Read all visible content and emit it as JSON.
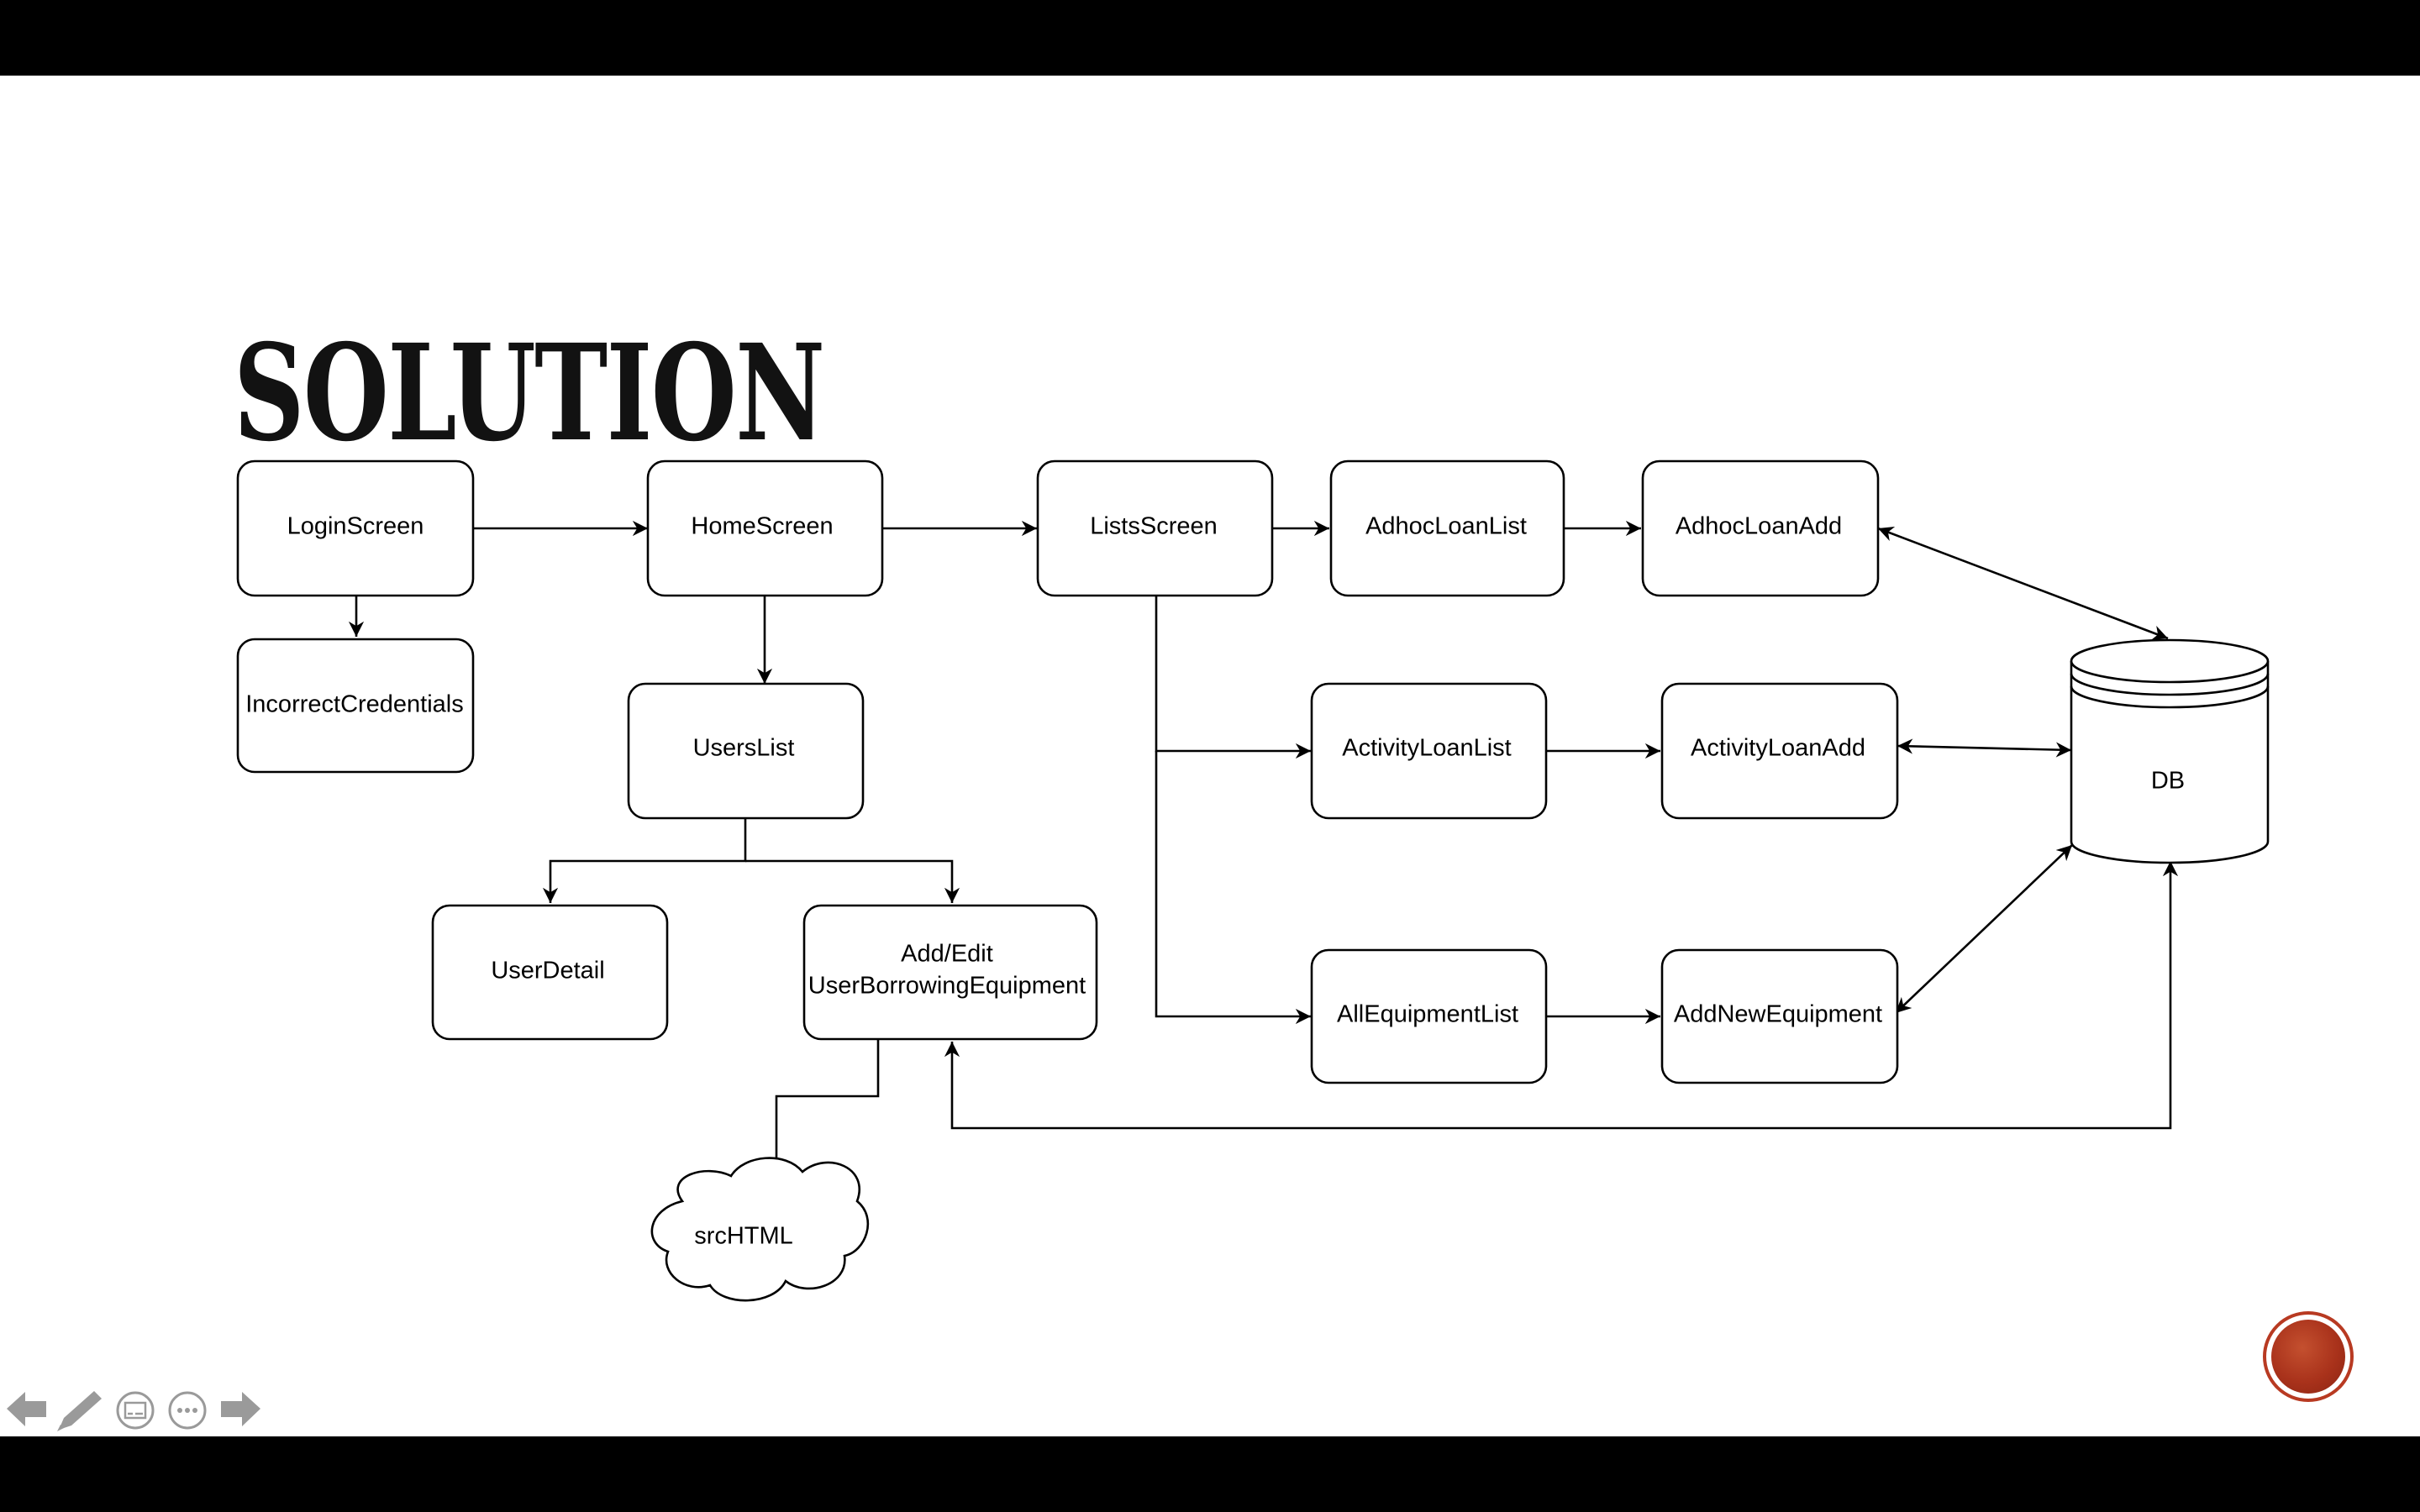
{
  "slide": {
    "title": "SOLUTION"
  },
  "diagram": {
    "nodes": {
      "login_screen": "LoginScreen",
      "incorrect_credentials": "IncorrectCredentials",
      "home_screen": "HomeScreen",
      "users_list": "UsersList",
      "user_detail": "UserDetail",
      "add_edit_line1": "Add/Edit",
      "add_edit_line2": "UserBorrowingEquipment",
      "src_html": "srcHTML",
      "lists_screen": "ListsScreen",
      "adhoc_loan_list": "AdhocLoanList",
      "adhoc_loan_add": "AdhocLoanAdd",
      "activity_loan_list": "ActivityLoanList",
      "activity_loan_add": "ActivityLoanAdd",
      "all_equipment_list": "AllEquipmentList",
      "add_new_equipment": "AddNewEquipment",
      "db": "DB"
    }
  },
  "toolbar": {
    "icons": [
      "arrow-left-icon",
      "pen-icon",
      "subtitles-icon",
      "more-icon",
      "arrow-right-icon"
    ]
  },
  "colors": {
    "letterbox": "#000000",
    "slide_background": "#ffffff",
    "badge": "#b83a22"
  }
}
